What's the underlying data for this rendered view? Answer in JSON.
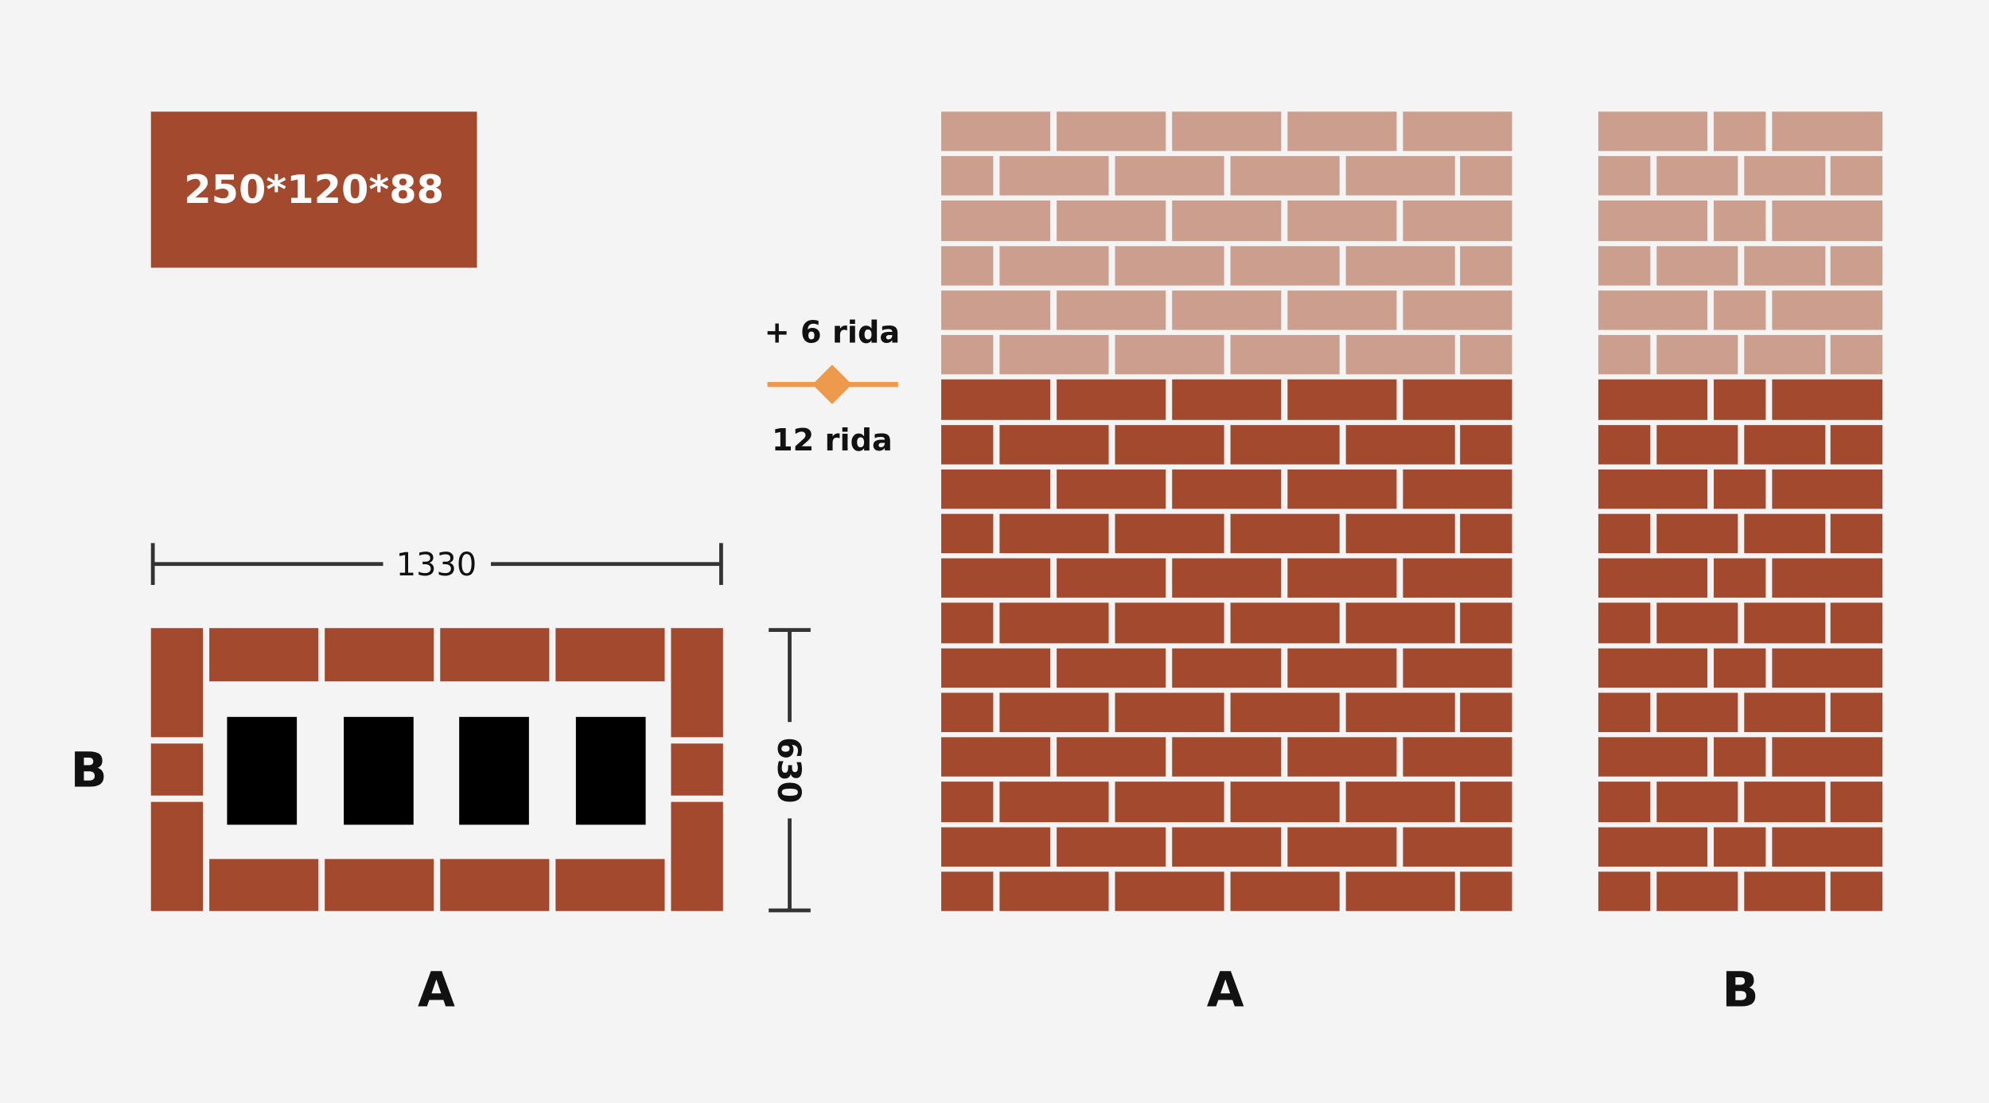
{
  "brick_size_label": "250*120*88",
  "rows": {
    "extra_label": "+ 6 rida",
    "base_label": "12 rida",
    "extra_count": 6,
    "base_count": 12
  },
  "plan": {
    "width_label": "1330",
    "height_label": "630",
    "side_a_label": "A",
    "side_b_label": "B"
  },
  "walls": {
    "a_label": "A",
    "b_label": "B"
  },
  "colors": {
    "brick": "#a34a2e",
    "brick_light": "#cc9e8e",
    "marker": "#ee9a4d",
    "background": "#f4f4f4"
  }
}
